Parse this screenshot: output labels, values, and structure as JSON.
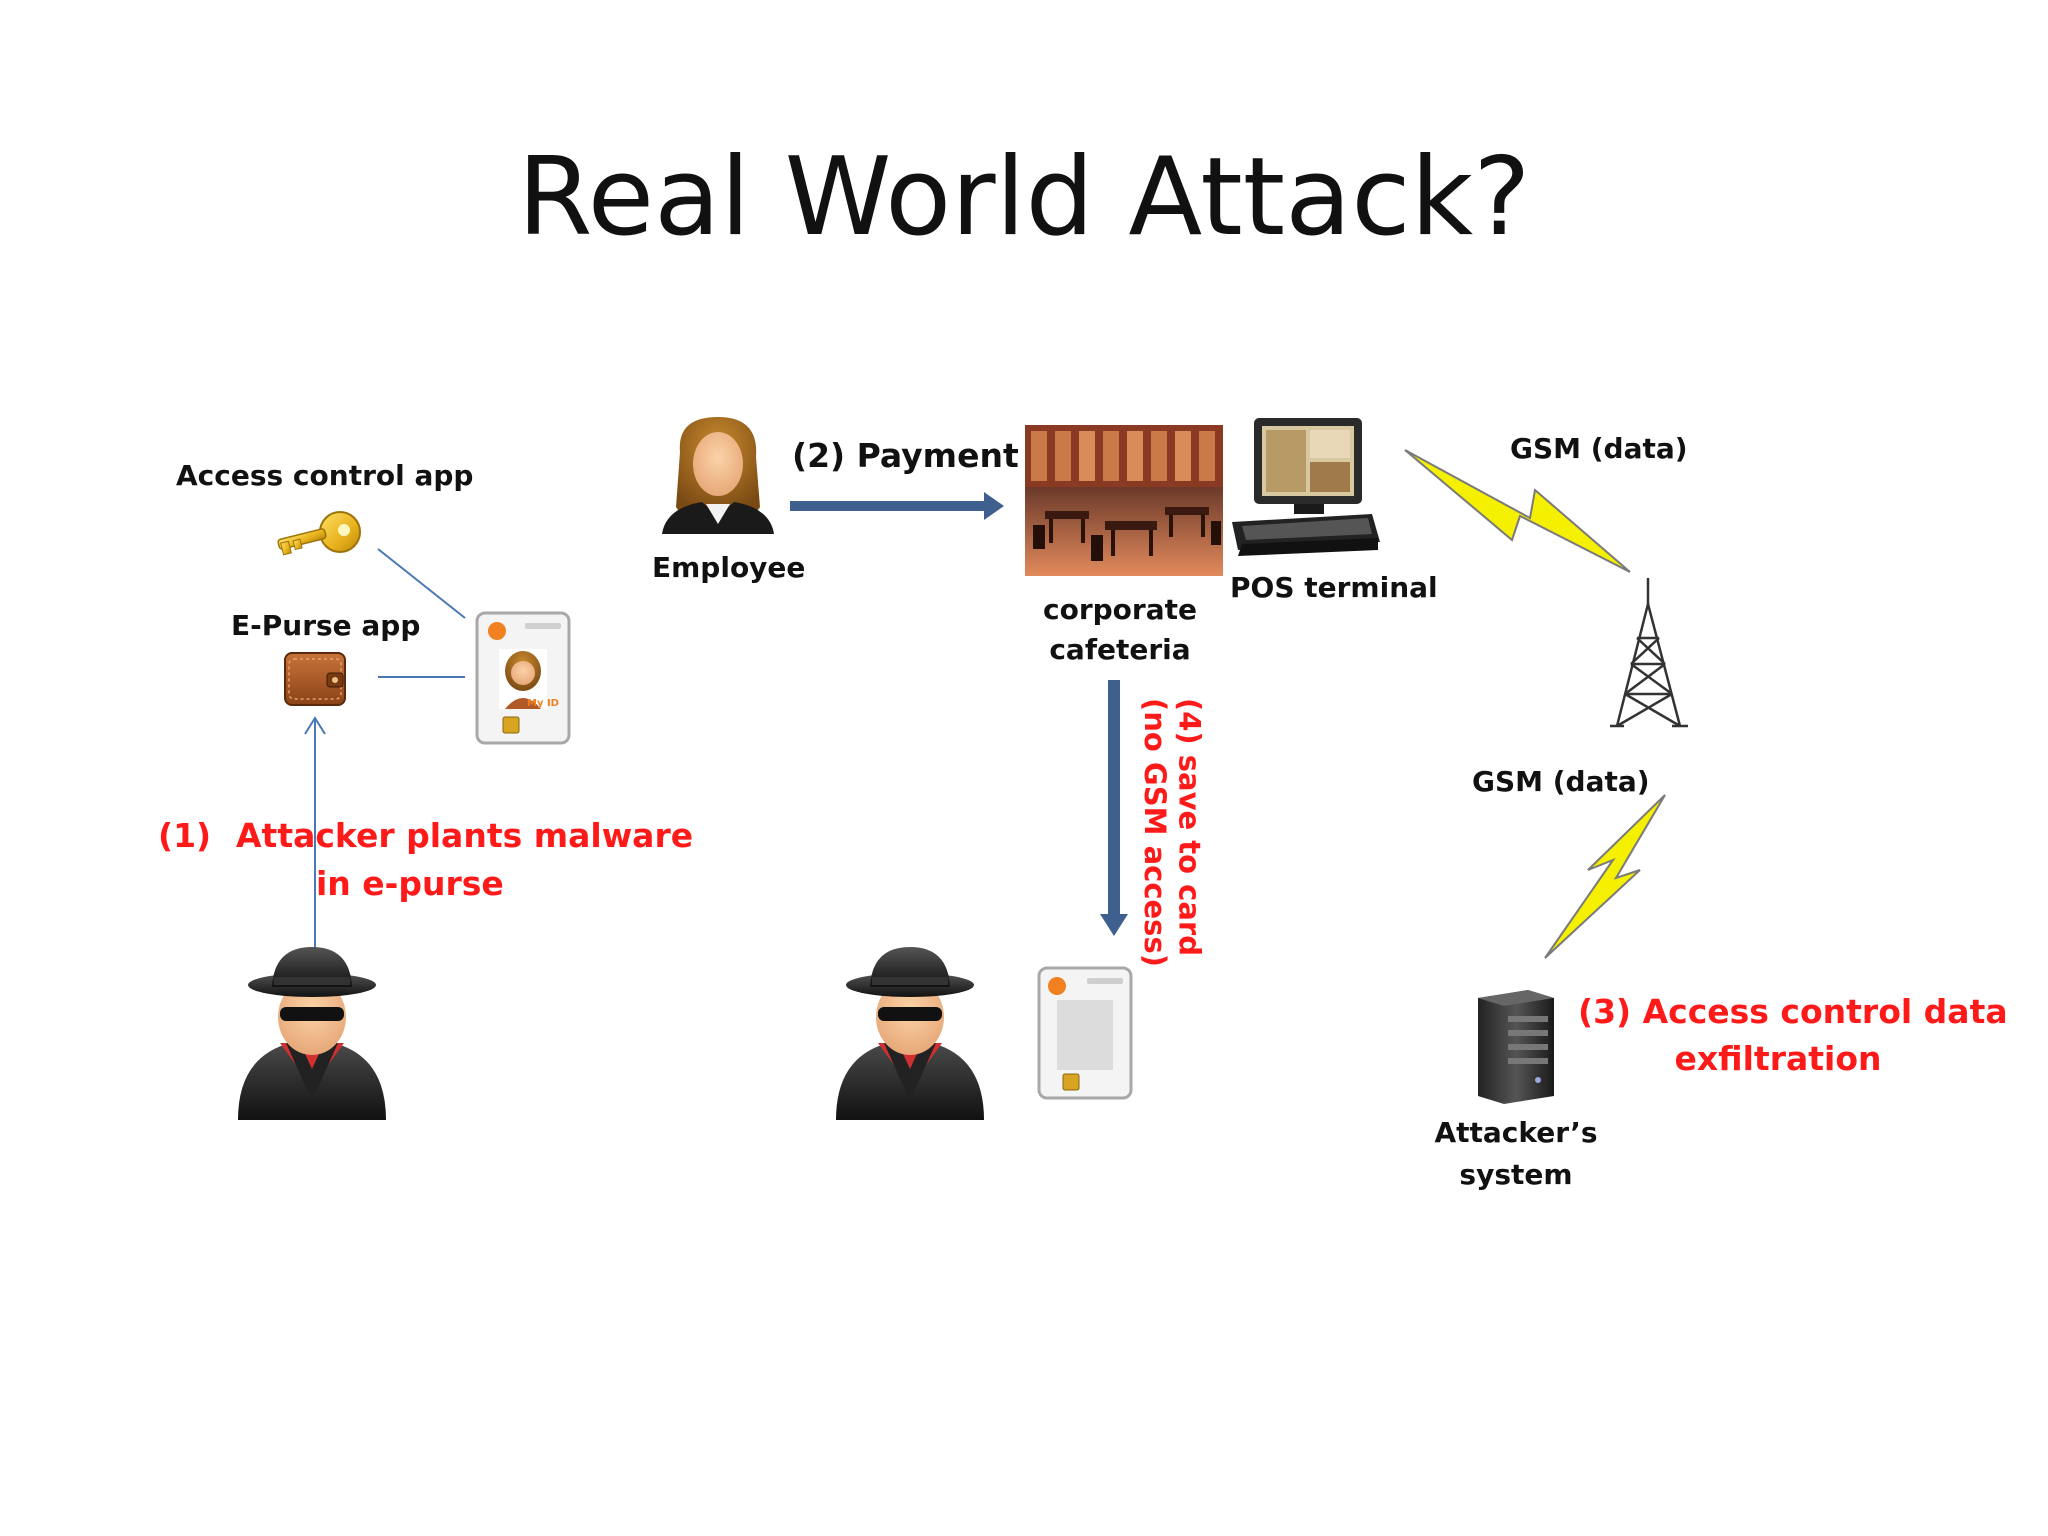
{
  "slide": {
    "title": "Real World Attack?"
  },
  "labels": {
    "access_control_app": "Access control app",
    "epurse_app": "E-Purse app",
    "employee": "Employee",
    "payment": "(2) Payment",
    "corporate_cafeteria_line1": "corporate",
    "corporate_cafeteria_line2": "cafeteria",
    "pos_terminal": "POS terminal",
    "gsm_data_top": "GSM (data)",
    "gsm_data_bottom": "GSM (data)",
    "step1_number": "(1)",
    "step1_line1": "Attacker plants malware",
    "step1_line2": "in e-purse",
    "step4_line1": "(4) save to card",
    "step4_line2": "(no GSM access)",
    "step3_line1": "(3) Access control data",
    "step3_line2": "exfiltration",
    "attackers_system_line1": "Attacker’s",
    "attackers_system_line2": "system",
    "id_card_text": "My ID"
  },
  "colors": {
    "arrow_blue": "#3f5f8f",
    "connector_blue": "#4a78b5",
    "red_text": "#ff1a1a",
    "lightning_yellow": "#f5f000"
  },
  "icons": {
    "key": "key-icon",
    "wallet": "wallet-icon",
    "id_card": "id-card-icon",
    "employee": "employee-icon",
    "cafeteria": "cafeteria-photo",
    "pos": "pos-terminal-icon",
    "tower": "cell-tower-icon",
    "server": "server-icon",
    "hacker": "hacker-icon",
    "lightning": "lightning-icon",
    "blank_card": "blank-card-icon"
  }
}
